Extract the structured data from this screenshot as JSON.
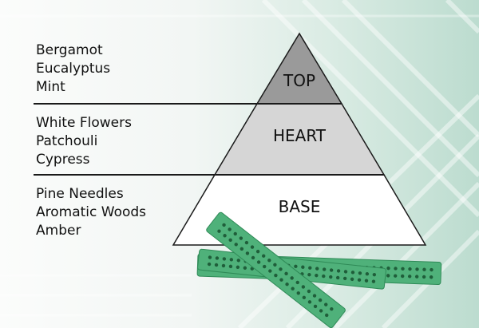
{
  "pyramid": {
    "tiers": [
      {
        "label": "TOP",
        "notes": [
          "Bergamot",
          "Eucalyptus",
          "Mint"
        ],
        "color": "#9a9a9a"
      },
      {
        "label": "HEART",
        "notes": [
          "White Flowers",
          "Patchouli",
          "Cypress"
        ],
        "color": "#d6d6d6"
      },
      {
        "label": "BASE",
        "notes": [
          "Pine Needles",
          "Aromatic Woods",
          "Amber"
        ],
        "color": "#ffffff"
      }
    ],
    "outline_color": "#1a1a1a"
  },
  "product": {
    "icon": "green-diffuser-sticks-icon",
    "color": "#4fb17a"
  }
}
